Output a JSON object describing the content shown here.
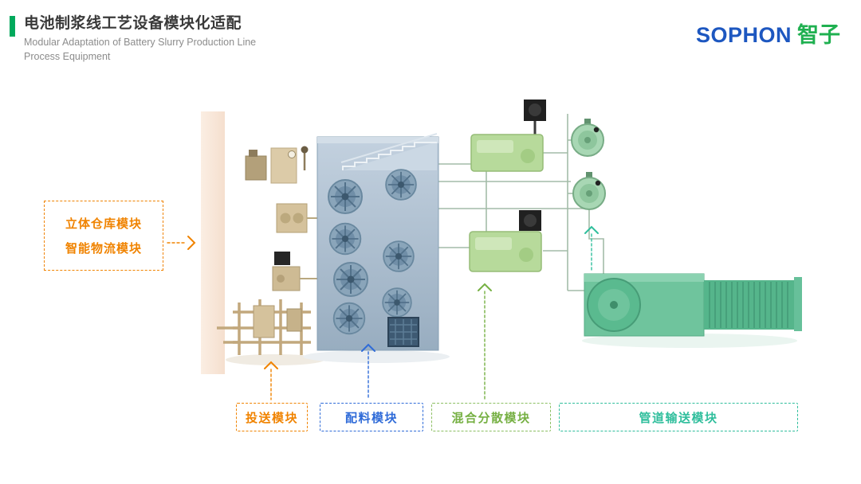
{
  "header": {
    "title": "电池制浆线工艺设备模块化适配",
    "subtitle_line1": "Modular Adaptation of Battery Slurry Production Line",
    "subtitle_line2": "Process Equipment"
  },
  "logo": {
    "brand": "SOPHON",
    "brand_cn": "智子"
  },
  "left_label": {
    "line1": "立体仓库模块",
    "line2": "智能物流模块"
  },
  "bottom_labels": {
    "feeding": "投送模块",
    "batching": "配料模块",
    "mixing": "混合分散模块",
    "pipeline": "管道输送模块"
  },
  "colors": {
    "accent_green": "#00A95C",
    "logo_blue": "#1D57C0",
    "logo_green": "#1FB050",
    "module_orange": "#F08300",
    "module_blue": "#2F6BD8",
    "module_green": "#76B043",
    "module_teal": "#2FBE9C"
  }
}
